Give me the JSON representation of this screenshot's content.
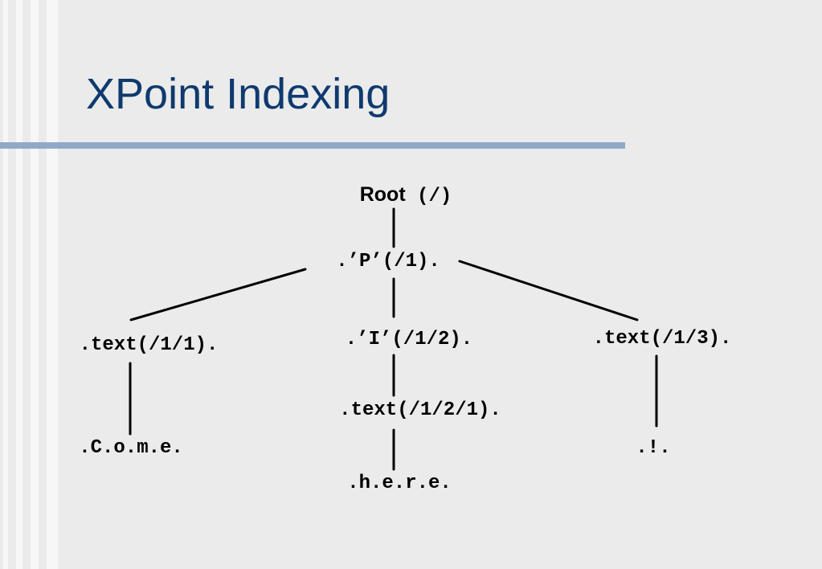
{
  "slide": {
    "title": "XPoint Indexing"
  },
  "tree": {
    "root": {
      "label": "Root",
      "path": "(/)"
    },
    "p_node": ".’P’(/1).",
    "text_1_1": ".text(/1/1).",
    "i_node": ".’I’(/1/2).",
    "text_1_3": ".text(/1/3).",
    "text_1_2_1": ".text(/1/2/1).",
    "leaf_come": ".C.o.m.e.",
    "leaf_here": ".h.e.r.e.",
    "leaf_bang": ".!."
  },
  "colors": {
    "background": "#ebebeb",
    "title": "#0f3a6e",
    "rule": "#8eaac6",
    "edges": "#000000"
  }
}
